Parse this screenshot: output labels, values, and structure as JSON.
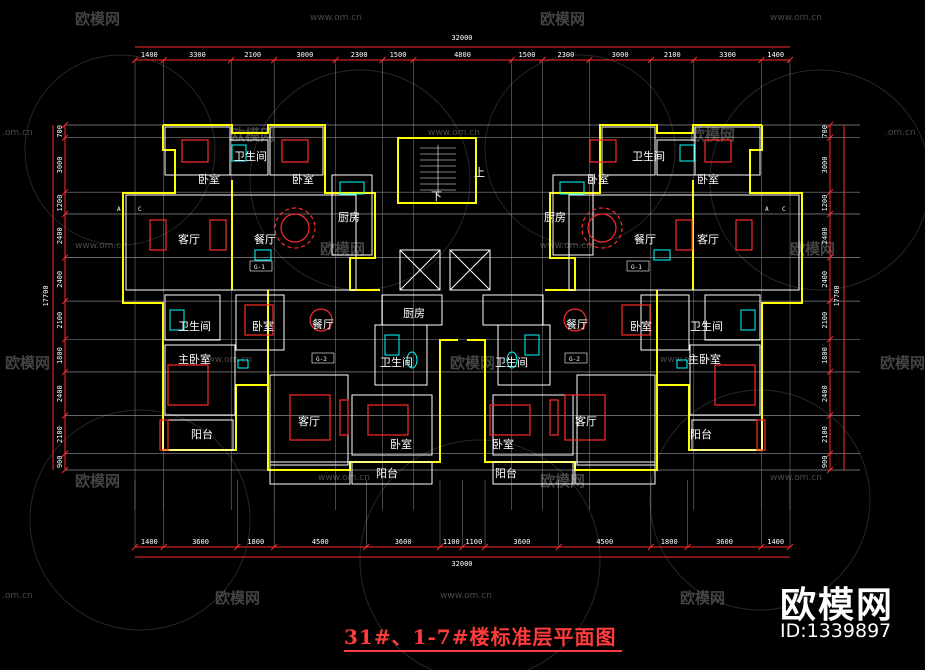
{
  "drawing": {
    "title": "31#、1-7#楼标准层平面图",
    "brand_name": "欧模网",
    "brand_id": "ID:1339897",
    "watermark_name": "欧模网",
    "watermark_url": "www.om.cn",
    "watermark_url_short": ".om.cn"
  },
  "dimensions": {
    "overall_top": "32000",
    "overall_bottom": "32000",
    "overall_left": "17700",
    "overall_right": "17700",
    "top_segments": [
      "1400",
      "3300",
      "2100",
      "3000",
      "2300",
      "1500",
      "4800",
      "1500",
      "2300",
      "3000",
      "2100",
      "3300",
      "1400"
    ],
    "bottom_segments": [
      "1400",
      "3600",
      "1800",
      "4500",
      "3600",
      "1100",
      "1100",
      "3600",
      "4500",
      "1800",
      "3600",
      "1400"
    ],
    "left_segments": [
      "700",
      "3000",
      "1200",
      "2400",
      "2400",
      "2100",
      "1800",
      "2400",
      "2100",
      "900"
    ],
    "right_segments": [
      "700",
      "3000",
      "1200",
      "2400",
      "2400",
      "2100",
      "1800",
      "2400",
      "2100",
      "900"
    ]
  },
  "rooms": {
    "bedroom": "卧室",
    "master_bedroom": "主卧室",
    "bathroom": "卫生间",
    "kitchen": "厨房",
    "living": "客厅",
    "dining": "餐厅",
    "balcony": "阳台",
    "stair_up": "上",
    "stair_down": "下"
  },
  "tags": {
    "g1": "G-1",
    "g2": "G-2",
    "axis_a": "A",
    "axis_c": "C"
  },
  "colors": {
    "background": "#000000",
    "wall": "#ffff00",
    "grid": "#ffffff",
    "dimension": "#ff2a2a",
    "furniture": "#ff2a2a",
    "fixture": "#00ffff",
    "title": "#ff3b3b"
  }
}
